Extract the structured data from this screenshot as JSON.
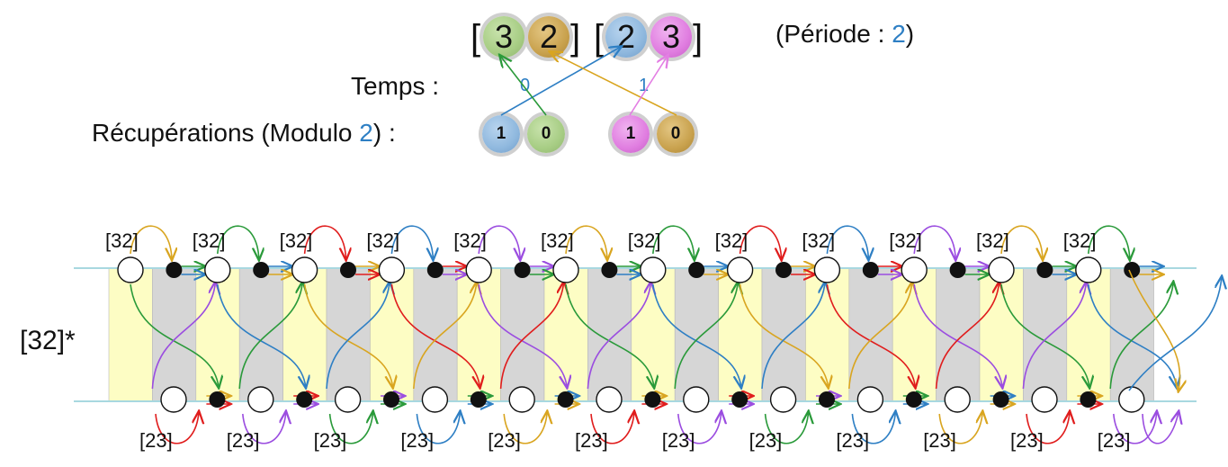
{
  "header": {
    "pattern_a": {
      "open": "[",
      "balls": [
        "3",
        "2"
      ],
      "close": "]"
    },
    "pattern_b": {
      "open": "[",
      "balls": [
        "2",
        "3"
      ],
      "close": "]"
    },
    "period_prefix": "(Période :",
    "period_value": "2",
    "period_suffix": ")",
    "time_label": "Temps :",
    "time_ticks": [
      "0",
      "1"
    ],
    "catches_prefix": "Récupérations (Modulo",
    "catches_value": "2",
    "catches_suffix": ") :",
    "catch_balls": [
      "1",
      "0",
      "1",
      "0"
    ]
  },
  "colors": {
    "green": "#2a9a3a",
    "gold": "#d9a520",
    "blue": "#2e7fc4",
    "pink": "#e37de3",
    "red": "#e01d1d",
    "purple": "#9b4de0",
    "ball_green": "#a7cd84",
    "ball_gold": "#c9a24e",
    "ball_blue": "#8fb8de",
    "ball_pink": "#e07de0",
    "strip_yellow": "#fdfdc4",
    "strip_gray": "#d6d6d6",
    "hand_line": "#a8d8e0"
  },
  "diagram": {
    "left_label": "[32]*",
    "top_labels": [
      "[32]",
      "[32]",
      "[32]",
      "[32]",
      "[32]",
      "[32]",
      "[32]",
      "[32]",
      "[32]",
      "[32]",
      "[32]",
      "[32]"
    ],
    "bottom_labels": [
      "[23]",
      "[23]",
      "[23]",
      "[23]",
      "[23]",
      "[23]",
      "[23]",
      "[23]",
      "[23]",
      "[23]",
      "[23]",
      "[23]"
    ]
  }
}
